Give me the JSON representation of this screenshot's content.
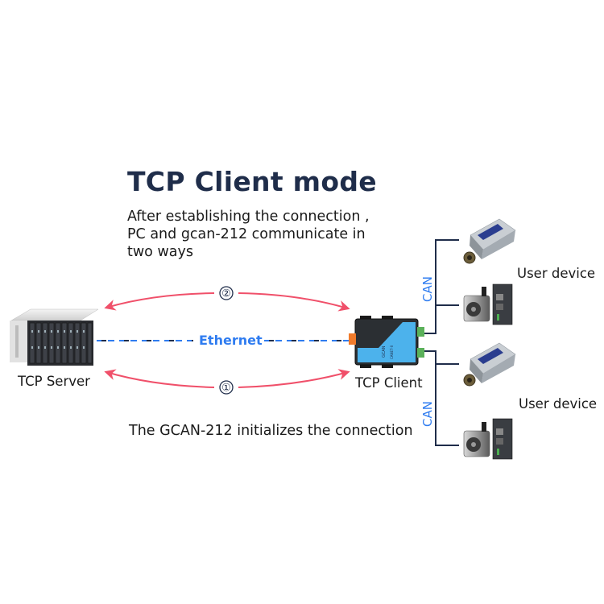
{
  "title": "TCP Client mode",
  "subtitle_lines": [
    "After establishing the connection ,",
    "PC and gcan-212 communicate in",
    "two ways"
  ],
  "bottom_caption": "The GCAN-212 initializes the connection",
  "nodes": {
    "server": {
      "label": "TCP Server",
      "icon": "server-rack-icon"
    },
    "client": {
      "label": "TCP Client",
      "icon": "gateway-device-icon",
      "device_text": "GCAN",
      "model_text": "CANET-II"
    },
    "user_devices": [
      {
        "label": "User device",
        "icons": [
          "sensor-module-icon",
          "servo-motor-icon"
        ]
      },
      {
        "label": "User device",
        "icons": [
          "sensor-module-icon",
          "servo-motor-icon"
        ]
      }
    ]
  },
  "links": {
    "ethernet_label": "Ethernet",
    "can_label": "CAN",
    "arrow_top_number": "②",
    "arrow_bottom_number": "①"
  },
  "colors": {
    "title": "#1f2d4a",
    "accent_blue": "#2f7cf0",
    "arrow_red": "#f0506a",
    "line_dark": "#1f2d4a"
  }
}
